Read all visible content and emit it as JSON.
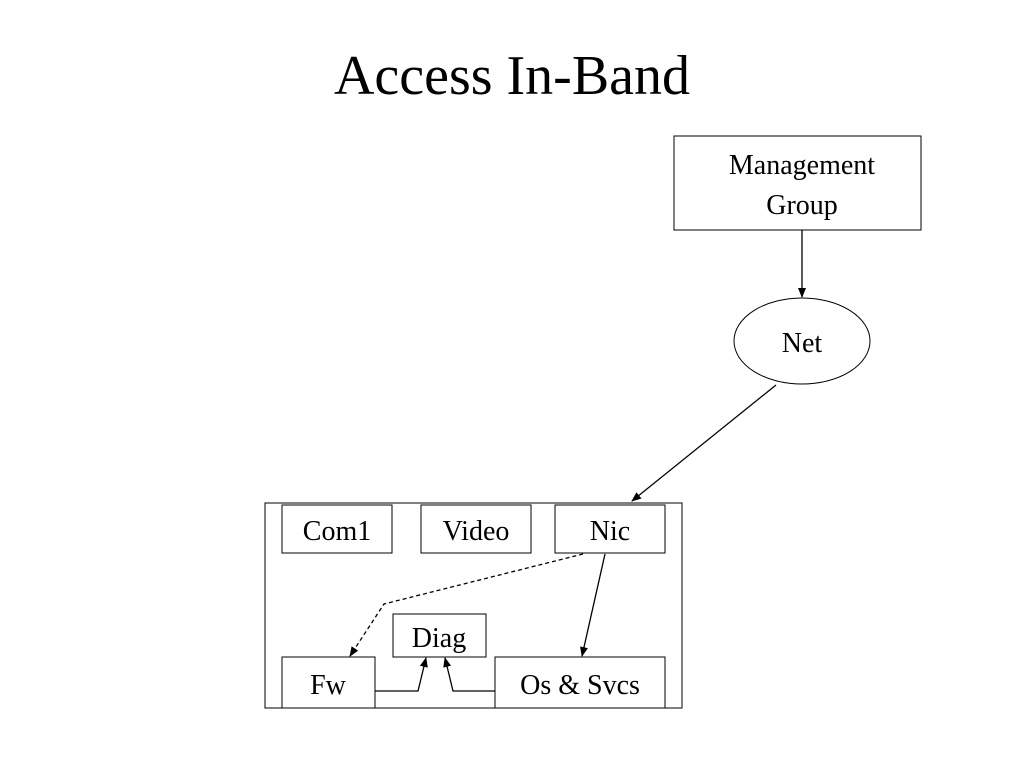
{
  "slide": {
    "title": "Access In-Band"
  },
  "diagram": {
    "nodes": {
      "management_group": {
        "line1": "Management",
        "line2": "Group"
      },
      "net": {
        "label": "Net"
      },
      "com1": {
        "label": "Com1"
      },
      "video": {
        "label": "Video"
      },
      "nic": {
        "label": "Nic"
      },
      "diag": {
        "label": "Diag"
      },
      "fw": {
        "label": "Fw"
      },
      "os_svcs": {
        "label": "Os & Svcs"
      }
    },
    "colors": {
      "stroke": "#000000",
      "fill": "#ffffff",
      "text": "#000000"
    }
  }
}
